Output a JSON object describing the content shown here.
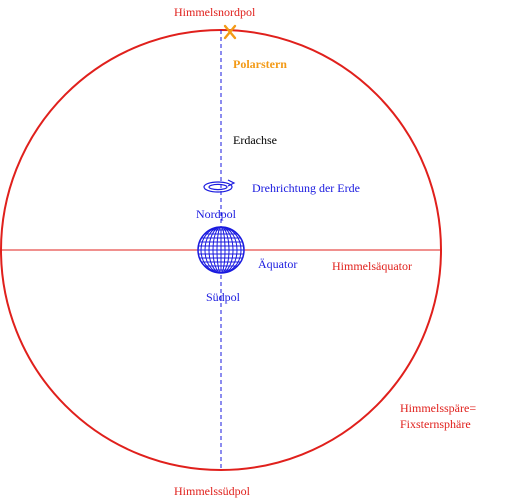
{
  "labels": {
    "north_celestial_pole": "Himmelsnordpol",
    "polaris": "Polarstern",
    "earth_axis": "Erdachse",
    "earth_rotation": "Drehrichtung der Erde",
    "north_pole": "Nordpol",
    "equator": "Äquator",
    "celestial_equator": "Himmelsäquator",
    "south_pole": "Südpol",
    "celestial_sphere_line1": "Himmelsspäre=",
    "celestial_sphere_line2": "Fixsternsphäre",
    "south_celestial_pole": "Himmelssüdpol"
  },
  "colors": {
    "red": "#e0201c",
    "blue": "#1a1adf",
    "orange": "#f39a16",
    "black": "#000000"
  }
}
